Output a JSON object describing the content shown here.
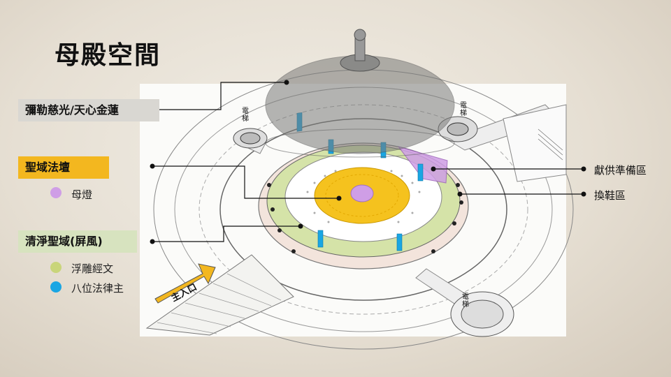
{
  "title": "母殿空間",
  "labels": {
    "maitreya": "彌勒慈光/天心金蓮",
    "holy_altar": "聖域法壇",
    "screen": "清淨聖域(屏風)",
    "offering": "獻供準備區",
    "shoes": "換鞋區",
    "entrance": "主入口",
    "elevator": "電梯"
  },
  "legend": [
    {
      "label": "母燈",
      "color": "#cf9ee6"
    },
    {
      "label": "浮雕經文",
      "color": "#c9d57a"
    },
    {
      "label": "八位法律主",
      "color": "#1aa6e3"
    }
  ],
  "colors": {
    "gold": "#f3b71f",
    "purple": "#cf9ee6",
    "green": "#c9d57a",
    "blue": "#1aa6e3",
    "gray_box": "#d9d7d2"
  }
}
